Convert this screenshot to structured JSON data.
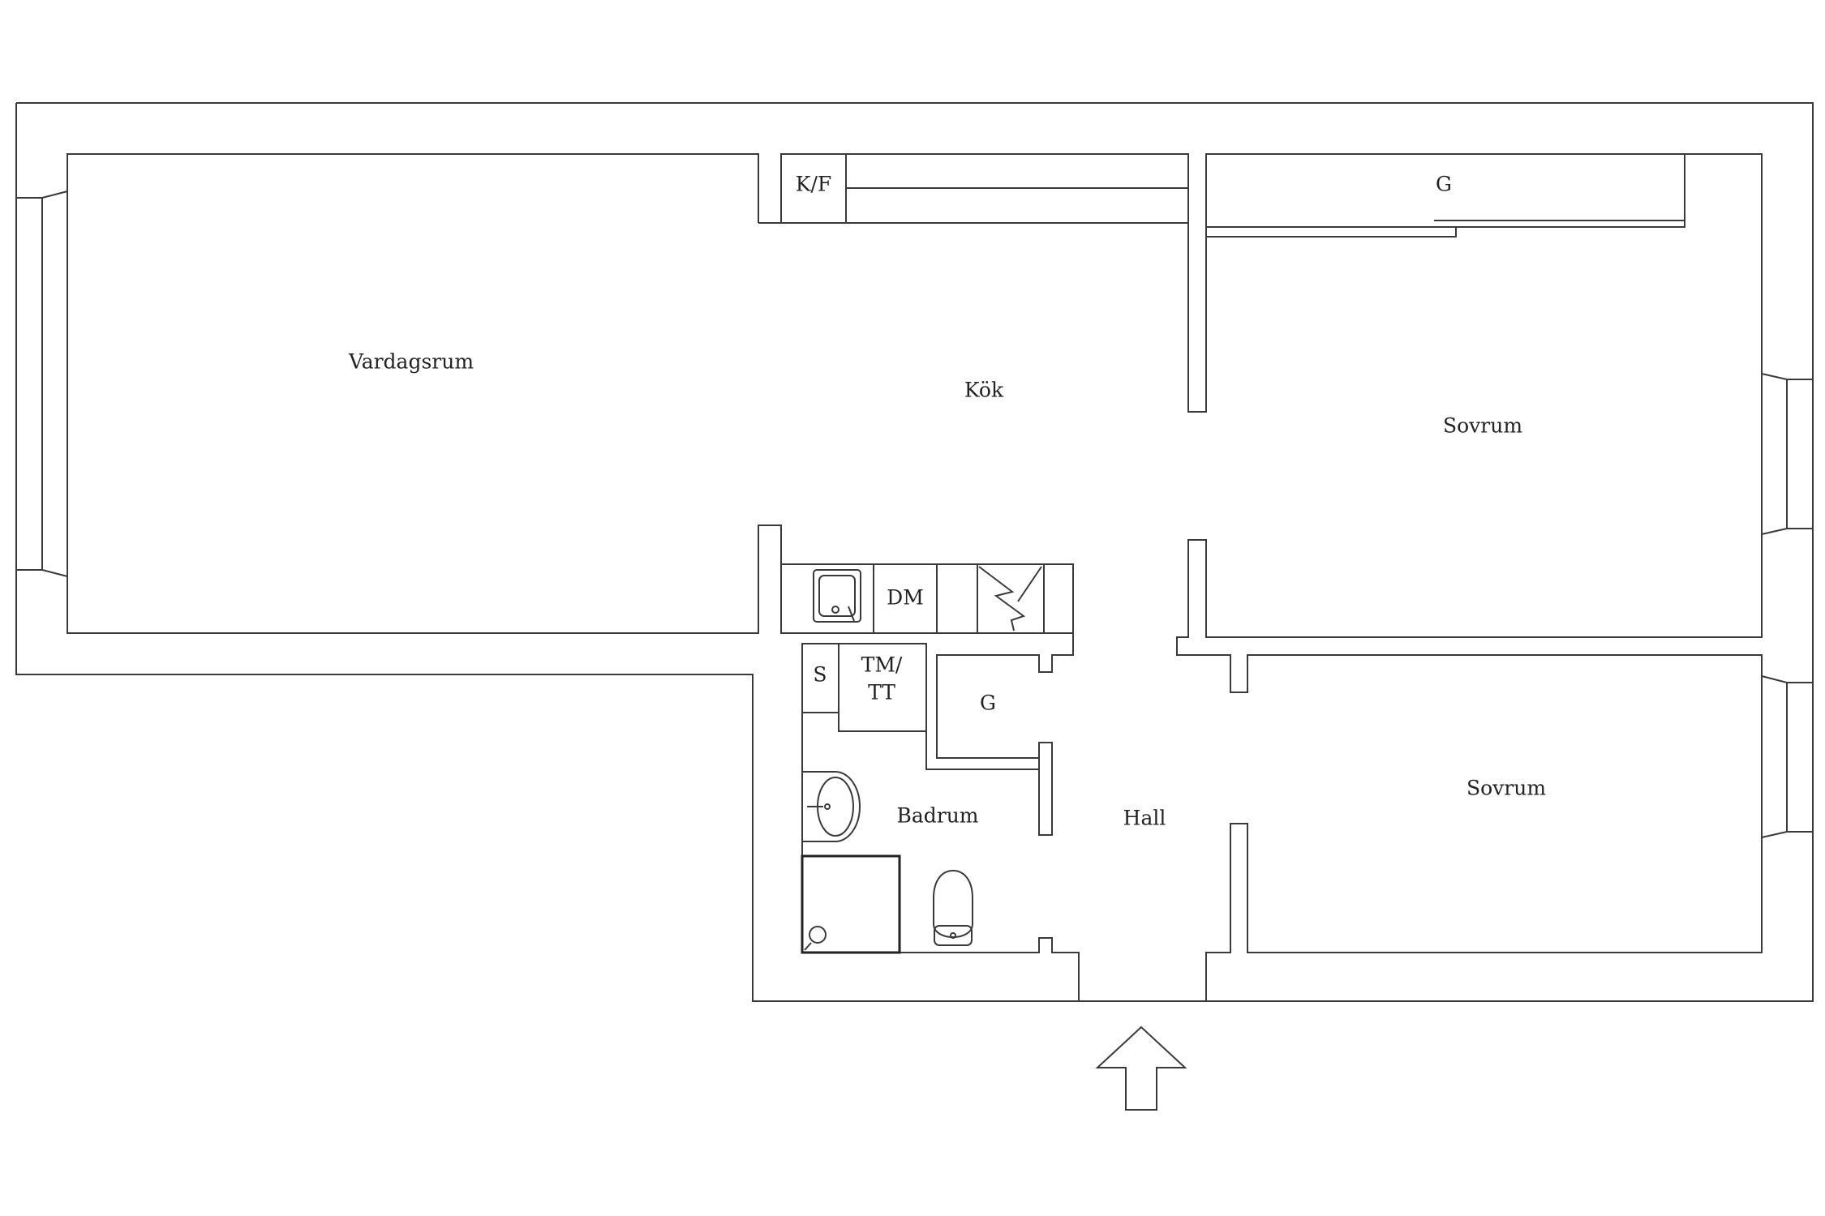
{
  "rooms": {
    "living_room": "Vardagsrum",
    "kitchen": "Kök",
    "bedroom_1": "Sovrum",
    "bedroom_2": "Sovrum",
    "hall": "Hall",
    "bathroom": "Badrum"
  },
  "fixtures": {
    "fridge_freezer": "K/F",
    "wardrobe_bedroom": "G",
    "wardrobe_hall": "G",
    "dishwasher": "DM",
    "cabinet": "S",
    "washer_dryer_line1": "TM/",
    "washer_dryer_line2": "TT"
  },
  "entrance_arrow": "entrance-arrow-icon"
}
